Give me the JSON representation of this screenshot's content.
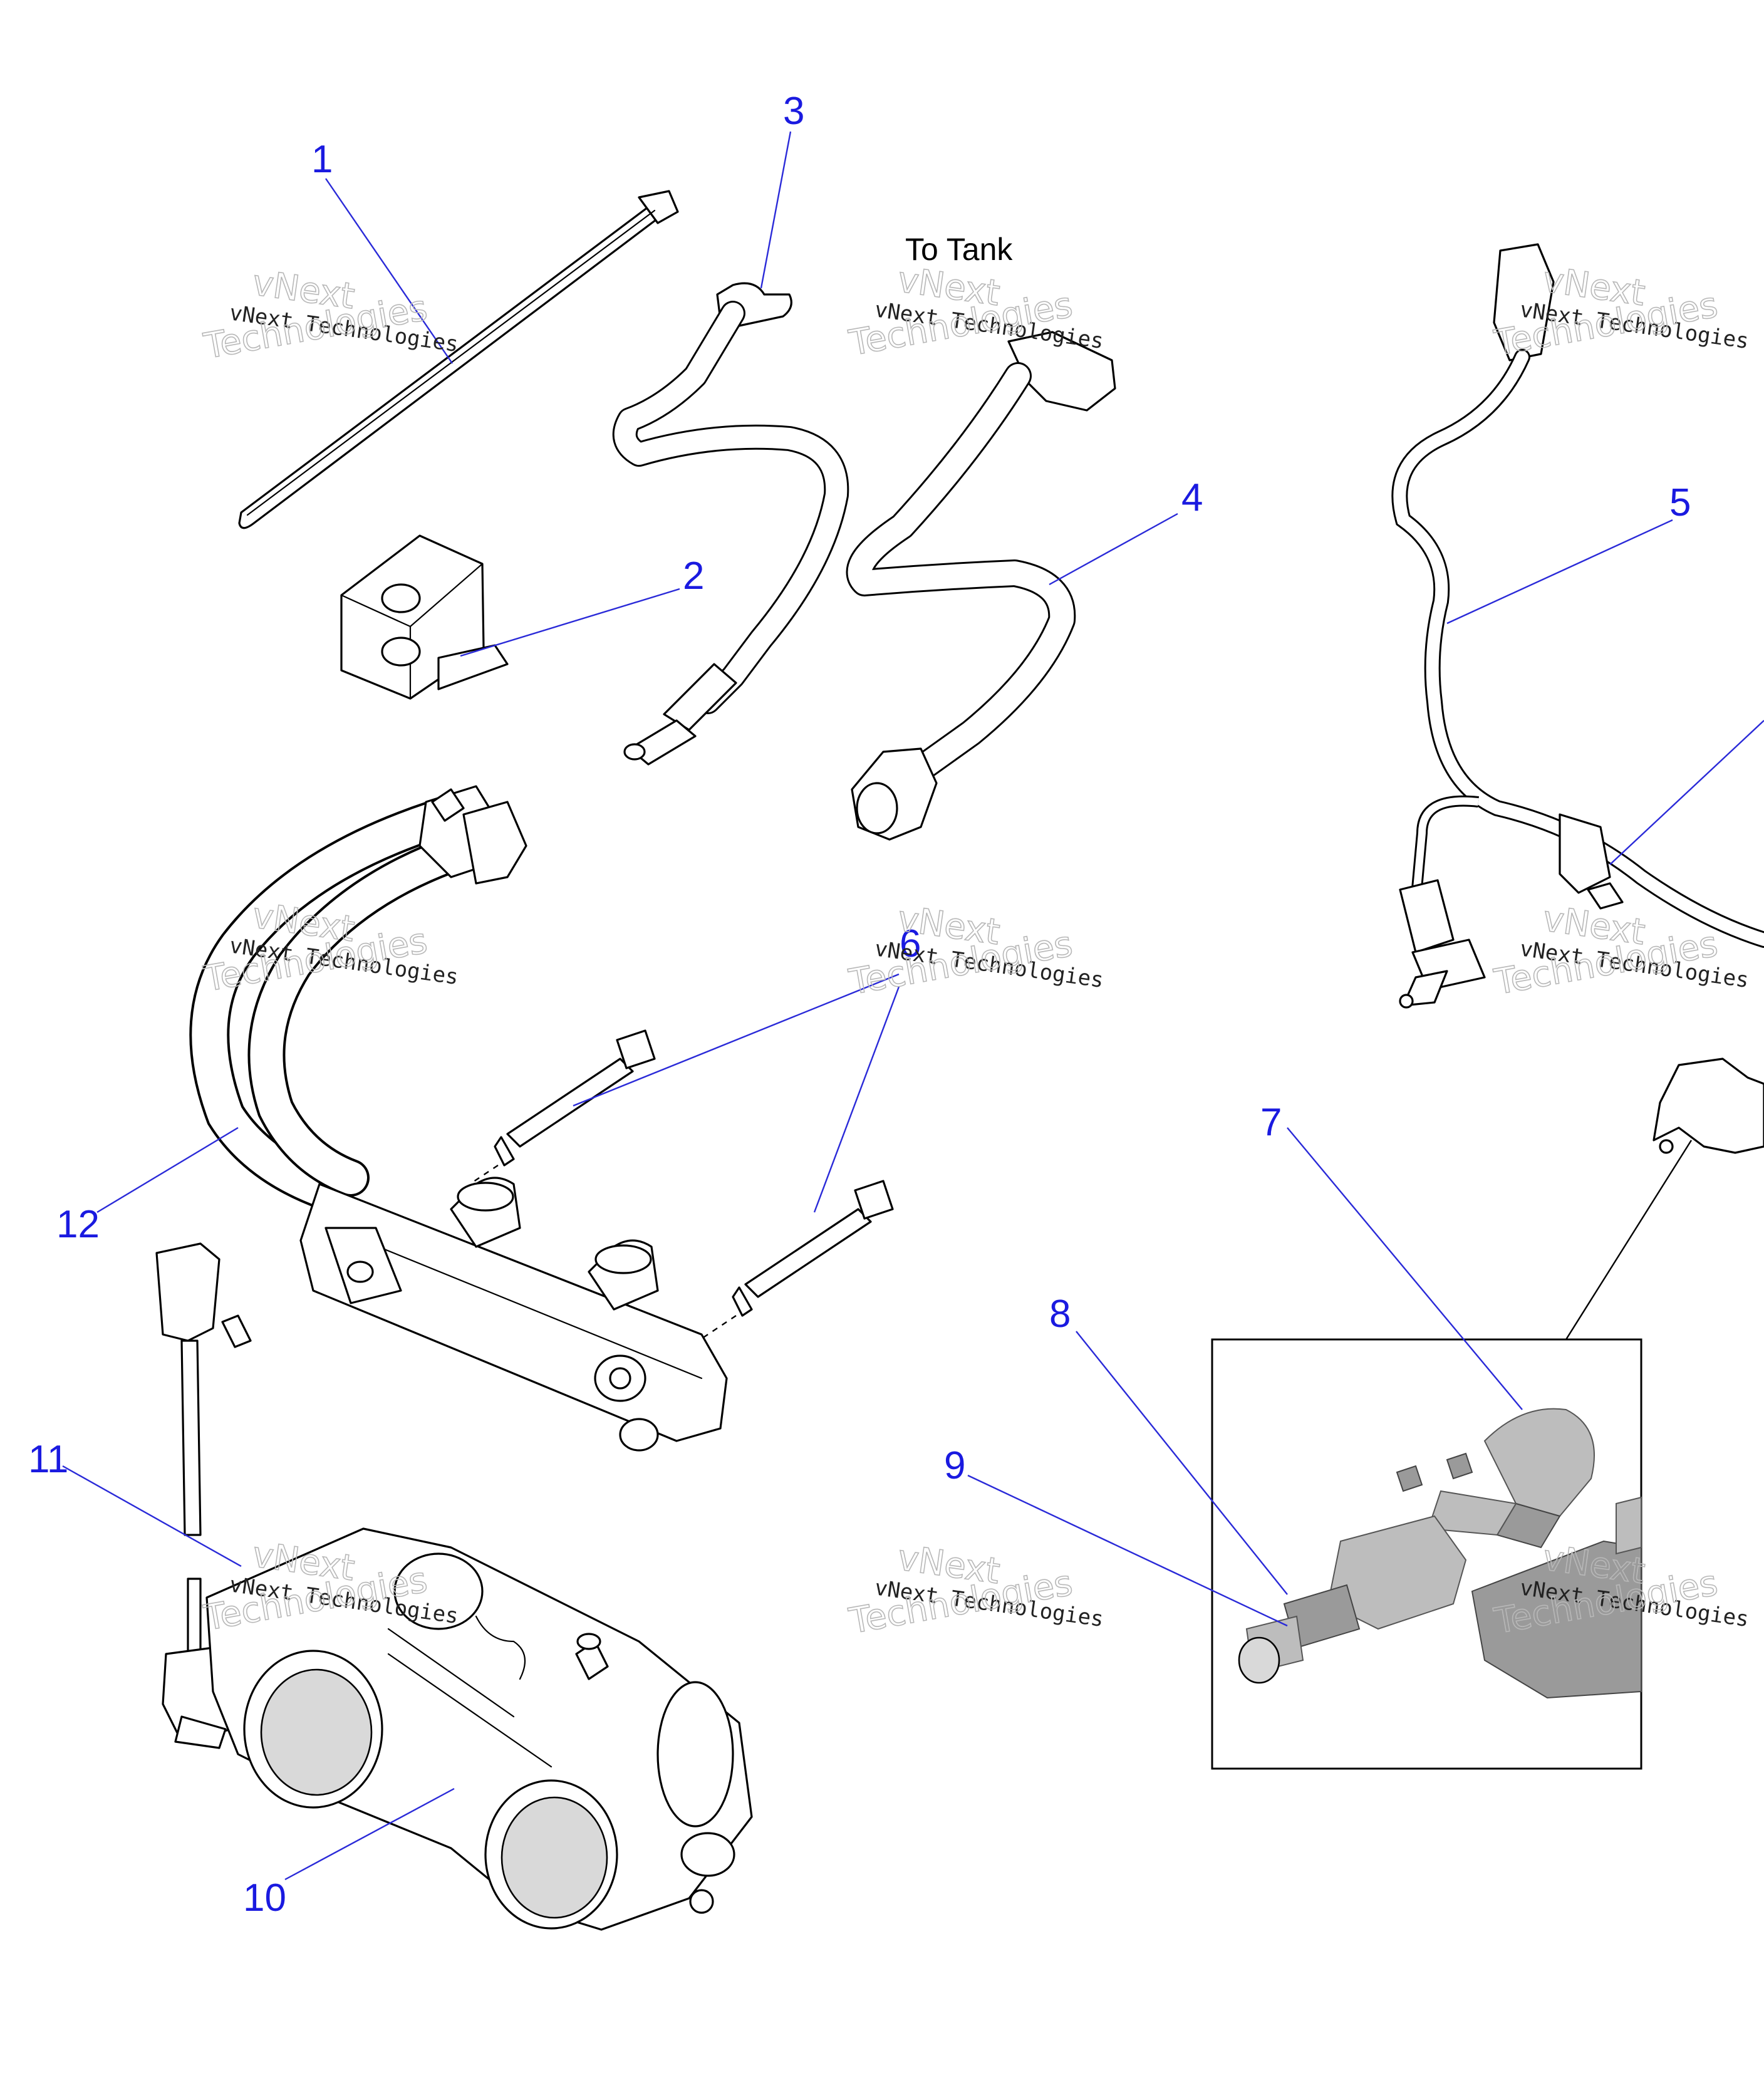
{
  "diagram": {
    "annotation": "To Tank",
    "callouts": [
      {
        "id": "1",
        "text": "1"
      },
      {
        "id": "2",
        "text": "2"
      },
      {
        "id": "3",
        "text": "3"
      },
      {
        "id": "4",
        "text": "4"
      },
      {
        "id": "5",
        "text": "5"
      },
      {
        "id": "6",
        "text": "6"
      },
      {
        "id": "7",
        "text": "7"
      },
      {
        "id": "8",
        "text": "8"
      },
      {
        "id": "9",
        "text": "9"
      },
      {
        "id": "10",
        "text": "10"
      },
      {
        "id": "11",
        "text": "11"
      },
      {
        "id": "12",
        "text": "12"
      }
    ],
    "watermark": {
      "line1": "vNext Technologies",
      "line2": "vNext",
      "line3": "Technologies"
    },
    "colors": {
      "callout": "#1a1ae0",
      "line": "#000000"
    }
  }
}
